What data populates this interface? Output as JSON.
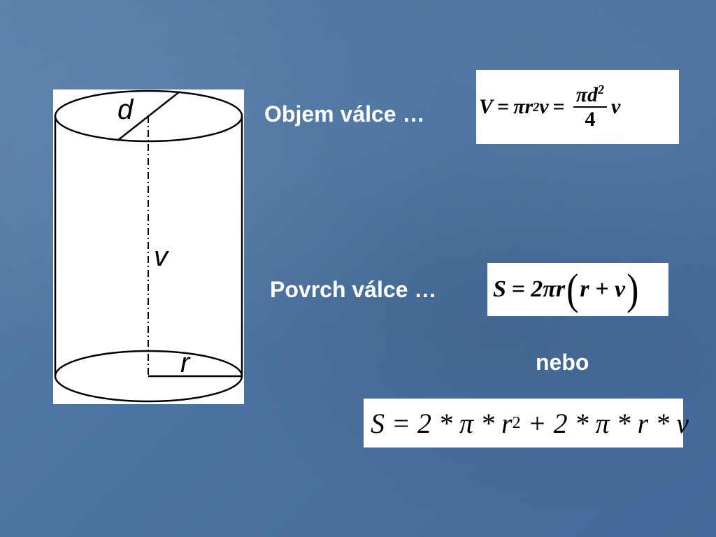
{
  "diagram": {
    "labels": {
      "diameter": "d",
      "height": "v",
      "radius": "r"
    }
  },
  "volume": {
    "label": "Objem válce …",
    "formula": {
      "lhs": "V",
      "eq1": "=",
      "pi": "π",
      "r": "r",
      "r_exp": "2",
      "v": "v",
      "eq2": "=",
      "frac_num_pi": "π",
      "frac_num_d": "d",
      "frac_num_exp": "2",
      "frac_den": "4",
      "v2": "v"
    }
  },
  "surface": {
    "label": "Povrch válce …",
    "formula": {
      "lhs": "S",
      "eq": "=",
      "coef": "2π",
      "r": "r",
      "open_paren": "(",
      "inner": "r + v",
      "close_paren": ")"
    }
  },
  "or_label": "nebo",
  "surface_alt": {
    "formula": {
      "lhs": "S",
      "rest": " = 2 * π * r",
      "exp": "2",
      "rest2": " + 2 * π * r * v"
    }
  },
  "colors": {
    "background": "#4e77a4",
    "text": "#ffffff"
  }
}
